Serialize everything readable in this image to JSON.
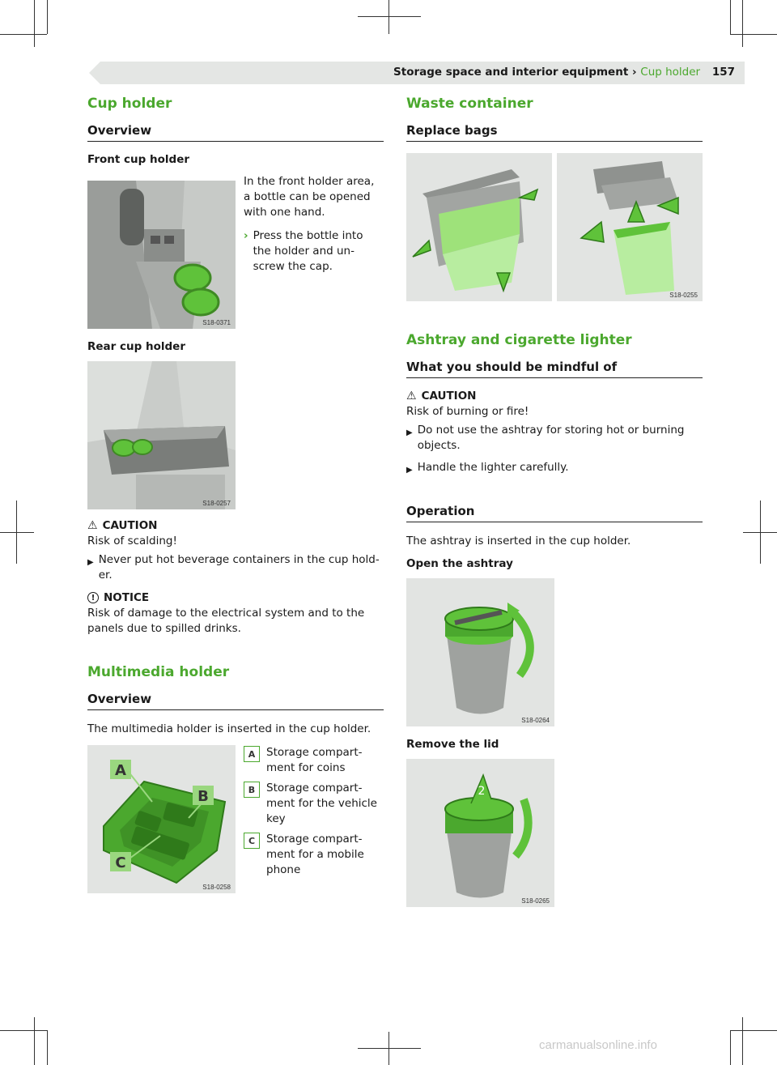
{
  "header": {
    "breadcrumb_parent": "Storage space and interior equipment",
    "breadcrumb_sep": "›",
    "breadcrumb_current": "Cup holder",
    "page_number": "157"
  },
  "left": {
    "cup_holder": {
      "title": "Cup holder",
      "overview": "Overview",
      "front_title": "Front cup holder",
      "front_img_code": "S18-0371",
      "front_text": "In the front holder area, a bottle can be opened with one hand.",
      "front_step": "Press the bottle into the holder and un-screw the cap.",
      "rear_title": "Rear cup holder",
      "rear_img_code": "S18-0257",
      "caution_title": "CAUTION",
      "caution_text": "Risk of scalding!",
      "caution_bullet": "Never put hot beverage containers in the cup hold-er.",
      "notice_title": "NOTICE",
      "notice_text": "Risk of damage to the electrical system and to the panels due to spilled drinks."
    },
    "multimedia": {
      "title": "Multimedia holder",
      "overview": "Overview",
      "intro": "The multimedia holder is inserted in the cup holder.",
      "img_code": "S18-0258",
      "legend": [
        {
          "tag": "A",
          "text": "Storage compart-ment for coins"
        },
        {
          "tag": "B",
          "text": "Storage compart-ment for the vehicle key"
        },
        {
          "tag": "C",
          "text": "Storage compart-ment for a mobile phone"
        }
      ]
    }
  },
  "right": {
    "waste": {
      "title": "Waste container",
      "sub": "Replace bags",
      "img_code": "S18-0255"
    },
    "ashtray": {
      "title": "Ashtray and cigarette lighter",
      "sub": "What you should be mindful of",
      "caution_title": "CAUTION",
      "caution_text": "Risk of burning or fire!",
      "bullets": [
        "Do not use the ashtray for storing hot or burning objects.",
        "Handle the lighter carefully."
      ],
      "operation": "Operation",
      "operation_text": "The ashtray is inserted in the cup holder.",
      "open_title": "Open the ashtray",
      "open_img_code": "S18-0264",
      "remove_title": "Remove the lid",
      "remove_img_code": "S18-0265"
    }
  },
  "watermark": "carmanualsonline.info"
}
